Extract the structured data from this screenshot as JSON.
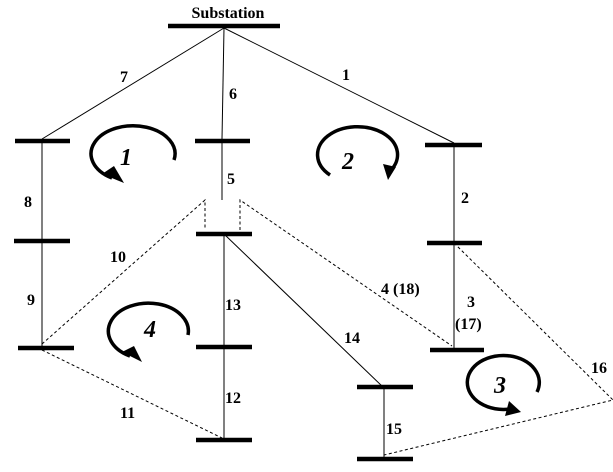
{
  "title": "Substation",
  "branch_labels": {
    "b1": "1",
    "b2": "2",
    "b3": "3",
    "b3_alt": "(17)",
    "b4": "4 (18)",
    "b5": "5",
    "b6": "6",
    "b7": "7",
    "b8": "8",
    "b9": "9",
    "b10": "10",
    "b11": "11",
    "b12": "12",
    "b13": "13",
    "b14": "14",
    "b15": "15",
    "b16": "16"
  },
  "loop_labels": {
    "l1": "1",
    "l2": "2",
    "l3": "3",
    "l4": "4"
  }
}
